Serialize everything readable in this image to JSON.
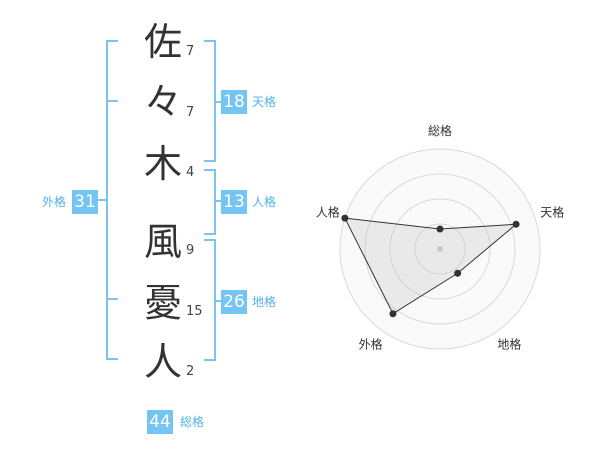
{
  "characters": [
    {
      "char": "佐",
      "strokes": "7"
    },
    {
      "char": "々",
      "strokes": "7"
    },
    {
      "char": "木",
      "strokes": "4"
    },
    {
      "char": "風",
      "strokes": "9"
    },
    {
      "char": "憂",
      "strokes": "15"
    },
    {
      "char": "人",
      "strokes": "2"
    }
  ],
  "kakusu": {
    "tenkaku": {
      "value": "18",
      "label": "天格"
    },
    "jinkaku": {
      "value": "13",
      "label": "人格"
    },
    "chikaku": {
      "value": "26",
      "label": "地格"
    },
    "gaikaku": {
      "value": "31",
      "label": "外格"
    },
    "soukaku": {
      "value": "44",
      "label": "総格"
    }
  },
  "chart_data": {
    "type": "radar",
    "axes": [
      "総格",
      "天格",
      "地格",
      "外格",
      "人格"
    ],
    "values": [
      1,
      4,
      1.5,
      4,
      5
    ],
    "rmax": 5,
    "rings": 4
  }
}
